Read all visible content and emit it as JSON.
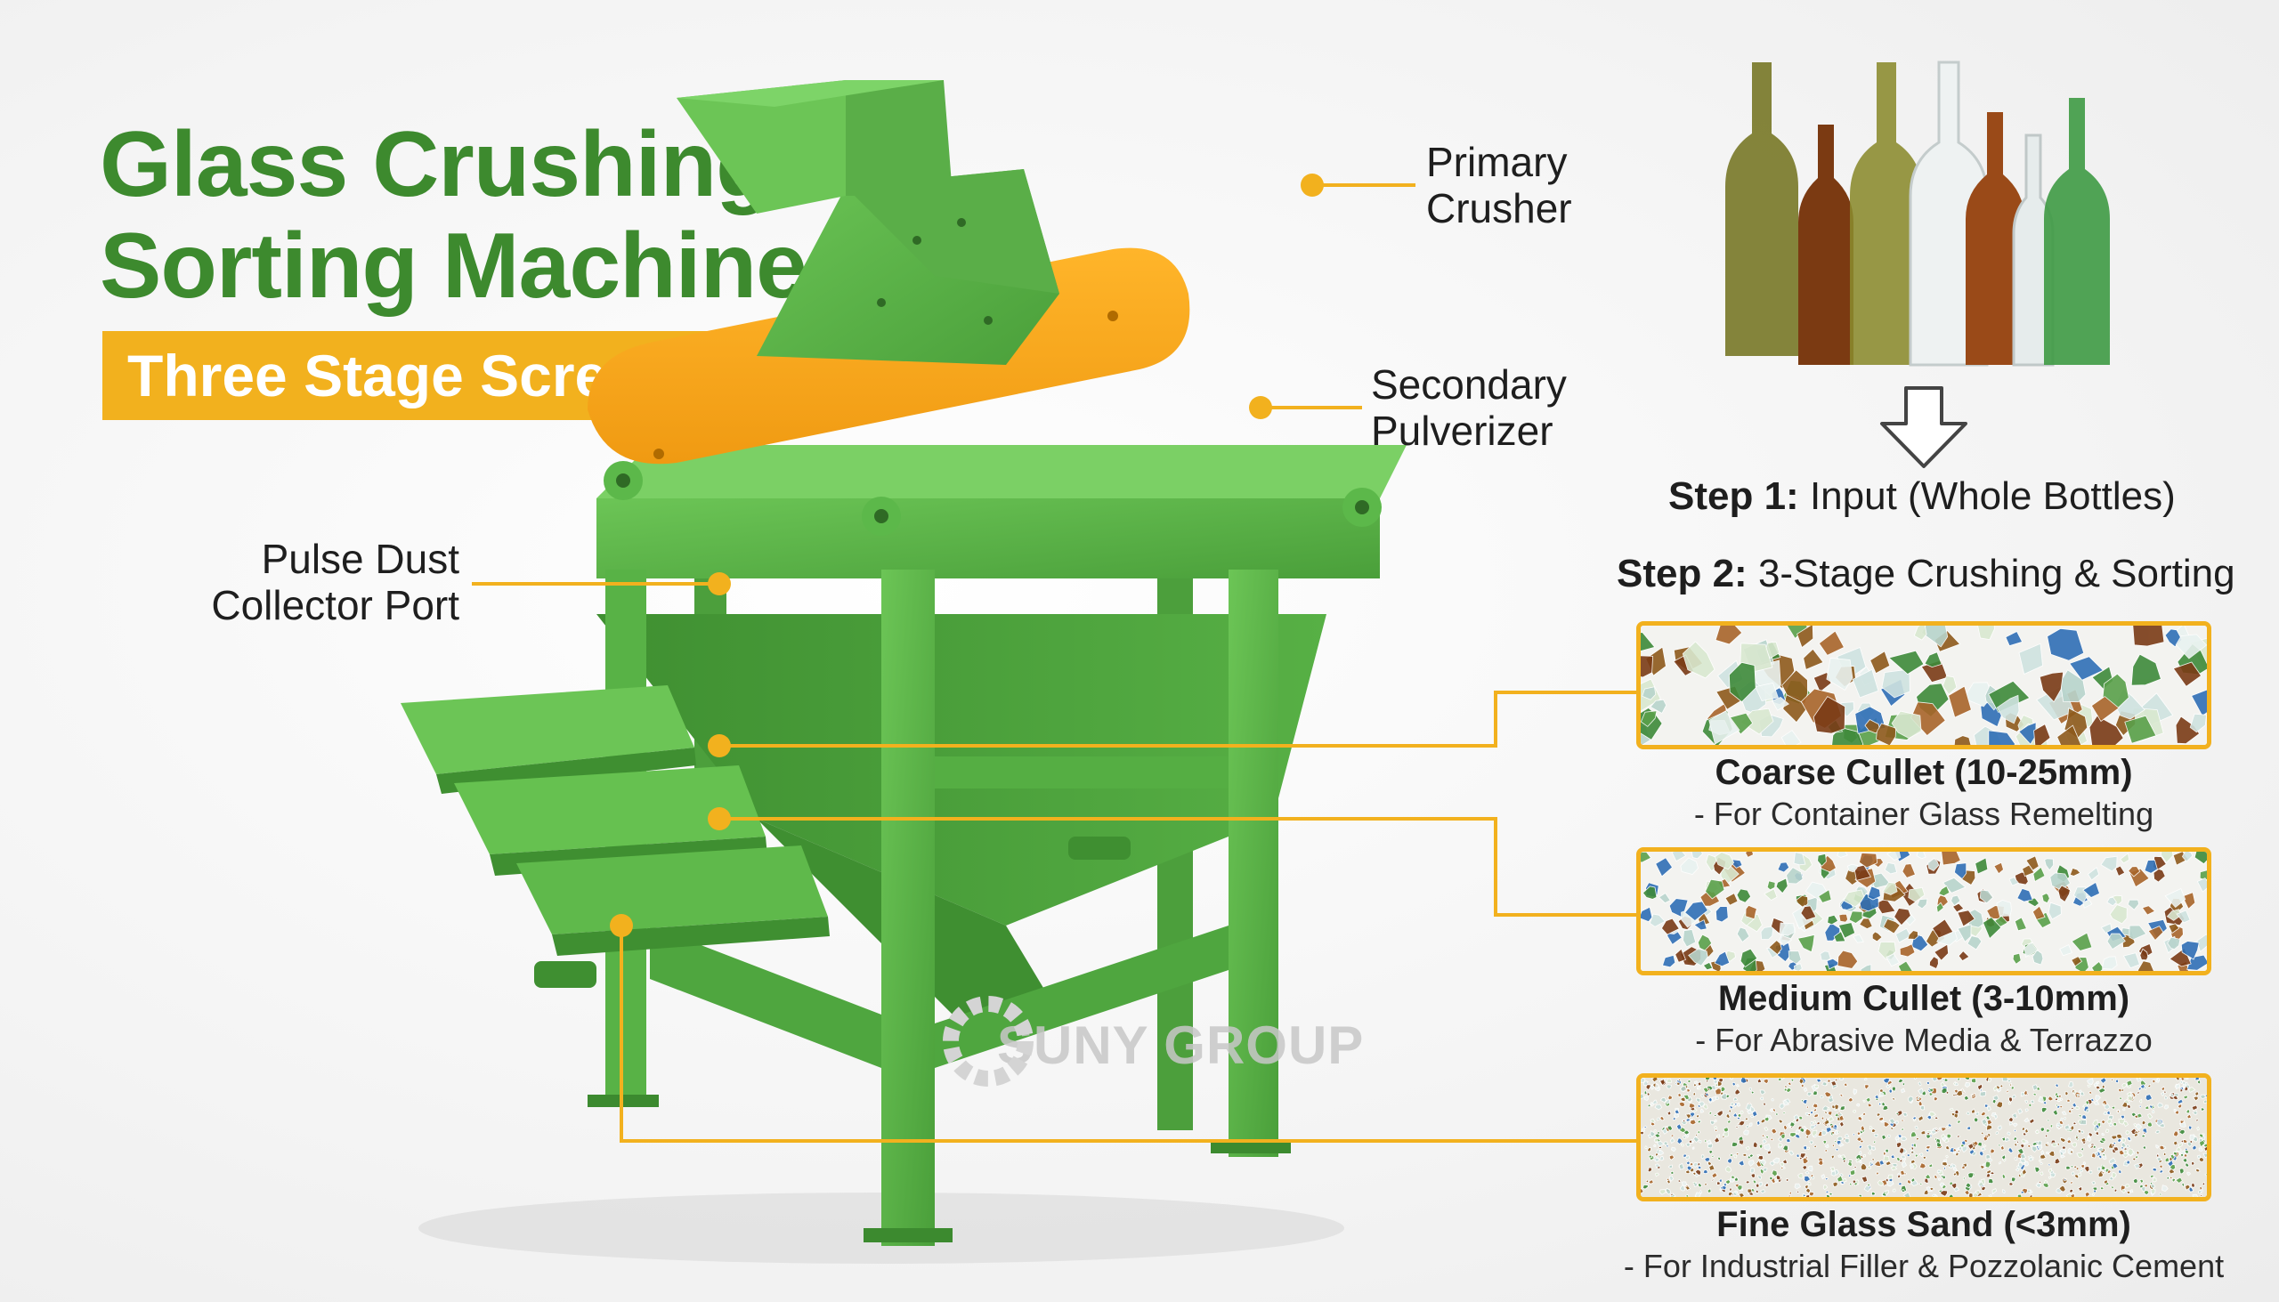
{
  "header": {
    "title_line1": "Glass Crushing",
    "title_line2": "Sorting Machine",
    "subtitle": "Three Stage Screening"
  },
  "callouts": {
    "primary_crusher": {
      "line1": "Primary",
      "line2": "Crusher"
    },
    "secondary_pulverizer": {
      "line1": "Secondary",
      "line2": "Pulverizer"
    },
    "pulse_dust": {
      "line1": "Pulse Dust",
      "line2": "Collector Port"
    }
  },
  "steps": {
    "step1": {
      "label": "Step 1:",
      "text": "Input (Whole Bottles)"
    },
    "step2": {
      "label": "Step 2:",
      "text": "3-Stage Crushing & Sorting"
    }
  },
  "outputs": [
    {
      "title": "Coarse Cullet (10-25mm)",
      "desc": "- For Container Glass Remelting"
    },
    {
      "title": "Medium Cullet (3-10mm)",
      "desc": "- For Abrasive Media & Terrazzo"
    },
    {
      "title": "Fine Glass Sand (<3mm)",
      "desc": "- For Industrial Filler & Pozzolanic Cement"
    }
  ],
  "watermark": "SUNY GROUP",
  "colors": {
    "brand_green": "#3d8a2e",
    "machine_green": "#5cb84a",
    "accent_yellow": "#f2b11e"
  }
}
